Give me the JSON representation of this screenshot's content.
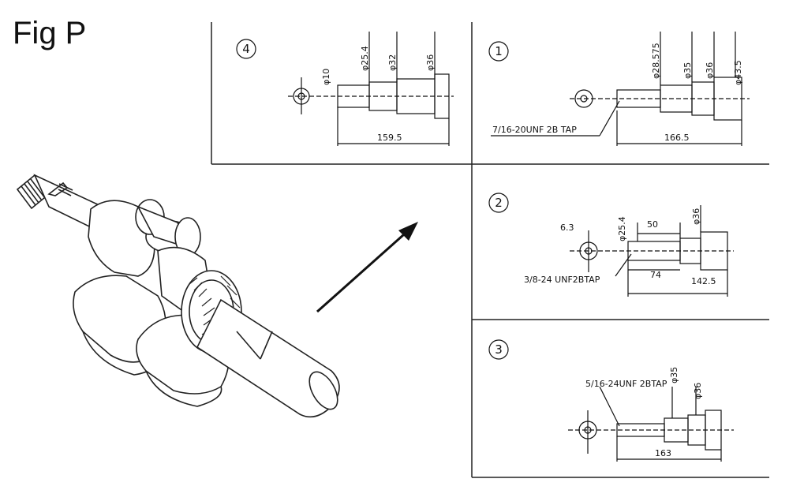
{
  "title": "Fig P",
  "panels": {
    "p4": {
      "number": "4",
      "dia_small": "φ10",
      "dia_1": "φ25.4",
      "dia_2": "φ32",
      "dia_3": "φ36",
      "length": "159.5"
    },
    "p1": {
      "number": "1",
      "dia_1": "φ28.575",
      "dia_2": "φ35",
      "dia_3": "φ36",
      "dia_4": "φ43.5",
      "tap": "7/16-20UNF 2B TAP",
      "length": "166.5"
    },
    "p2": {
      "number": "2",
      "key": "6.3",
      "dia_1": "φ25.4",
      "dia_2": "φ36",
      "len_short": "50",
      "len_mid": "74",
      "len_total": "142.5",
      "tap": "3/8-24 UNF2BTAP"
    },
    "p3": {
      "number": "3",
      "tap": "5/16-24UNF 2BTAP",
      "dia_1": "φ35",
      "dia_2": "φ36",
      "length": "163"
    }
  }
}
